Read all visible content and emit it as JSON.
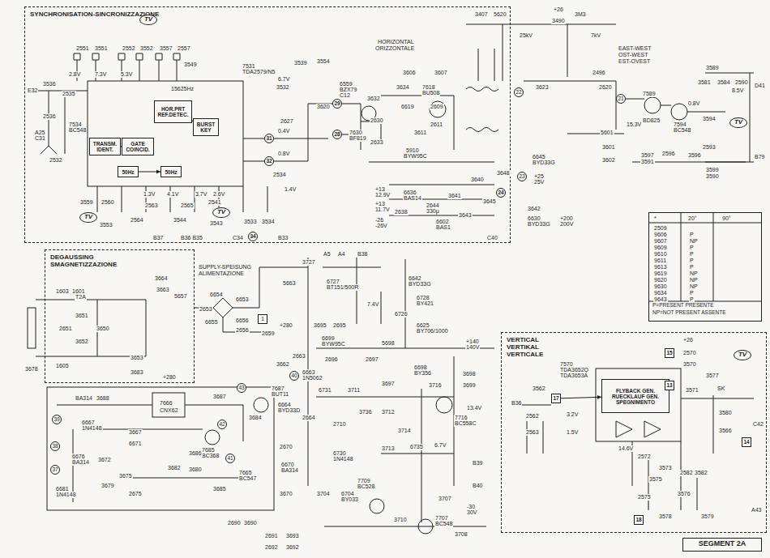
{
  "diagram": {
    "nodes": [
      {
        "text": [
          "SYNCHRONISATION-SINCRONIZZAZIONE"
        ]
      },
      {
        "text": [
          "TRANSM. IDENT."
        ],
        "in": 0
      },
      {
        "text": [
          "GATE COINCID."
        ],
        "in": 0
      },
      {
        "text": [
          "HOR.PRT REF.DETEC."
        ],
        "in": 0
      },
      {
        "text": [
          "BURST KEY"
        ],
        "in": 0
      },
      {
        "text": [
          "50Hz"
        ],
        "in": 0
      },
      {
        "text": [
          "50Hz"
        ],
        "in": 0
      },
      {
        "text": [
          "TV"
        ],
        "in": 0
      },
      {
        "text": [
          "TV"
        ],
        "in": 0
      },
      {
        "text": [
          "TV"
        ],
        "in": 0
      },
      {
        "text": [
          "31"
        ],
        "in": 0
      },
      {
        "text": [
          "32"
        ],
        "in": 0
      },
      {
        "text": [
          "34"
        ],
        "in": 0
      },
      {
        "text": [
          "29"
        ],
        "in": 0
      },
      {
        "text": [
          "28"
        ],
        "in": 0
      },
      {
        "text": [
          "24"
        ],
        "in": 0
      },
      {
        "text": [
          "22"
        ]
      },
      {
        "text": [
          "21"
        ]
      },
      {
        "text": [
          "23"
        ]
      },
      {
        "text": [
          "TV"
        ]
      },
      {
        "text": [
          "P=PRESENT PRESENTE",
          "NP=NOT PRESENT ASSENTE"
        ]
      },
      {
        "text": [
          "DEGAUSSING SMAGNETIZZAZIONE"
        ]
      },
      {
        "text": [
          "1"
        ]
      },
      {
        "text": [
          "43"
        ]
      },
      {
        "text": [
          "42"
        ]
      },
      {
        "text": [
          "41"
        ]
      },
      {
        "text": [
          "40"
        ]
      },
      {
        "text": [
          "39"
        ]
      },
      {
        "text": [
          "38"
        ]
      },
      {
        "text": [
          "37"
        ]
      },
      {
        "text": [
          "VERTICAL VERTIKAL VERTICALE"
        ]
      },
      {
        "text": [
          "FLYBACK GEN. RUECKLAUF GEN. SPEGNIMENTO"
        ],
        "in": 30
      },
      {
        "text": [
          "17"
        ],
        "in": 30
      },
      {
        "text": [
          "13"
        ],
        "in": 30
      },
      {
        "text": [
          "15"
        ],
        "in": 30
      },
      {
        "text": [
          "14"
        ],
        "in": 30
      },
      {
        "text": [
          "18"
        ],
        "in": 30
      },
      {
        "text": [
          "TV"
        ],
        "in": 30
      },
      {
        "text": [
          "SEGMENT 2A"
        ]
      }
    ],
    "edges": [
      {
        "from": 1,
        "to": 2,
        "arrow": "to"
      },
      {
        "from": 3,
        "to": 4,
        "arrow": "none"
      },
      {
        "from": 5,
        "to": 6,
        "arrow": "to"
      },
      {
        "from": 32,
        "to": 31,
        "arrow": "to"
      }
    ],
    "labels": [
      "E32",
      "3536",
      "2535",
      "2.8V",
      "7.3V",
      "5.3V",
      "2551",
      "3551",
      "2552",
      "3552",
      "3557",
      "2557",
      "3549",
      "15625Hz",
      "7531",
      "TDA2579/N5",
      "6.7V",
      "3532",
      "3539",
      "A25",
      "C31",
      "7534",
      "BC548",
      "2536",
      "2532",
      "0.4V",
      "0.8V",
      "2627",
      "2534",
      "1.4V",
      "2.6V",
      "3.7V",
      "4.1V",
      "1.3V",
      "3559",
      "2560",
      "2563",
      "2565",
      "2541",
      "3553",
      "2564",
      "3544",
      "3543",
      "3533",
      "3534",
      "B37",
      "B36 B35",
      "C34",
      "B33",
      "HORIZONTAL",
      "ORIZZONTALE",
      "3554",
      "6559",
      "BZX79",
      "C12",
      "3620",
      "7630",
      "BF819",
      "3632",
      "2630",
      "2633",
      "3634",
      "7618",
      "BU508",
      "3606",
      "3607",
      "6619",
      "2609",
      "2611",
      "3611",
      "5910",
      "BYW95C",
      "+13",
      "12.9V",
      "+13",
      "11.7V",
      "-26",
      "-26V",
      "6636",
      "BAS14",
      "2638",
      "2644",
      "330µ",
      "3641",
      "6602",
      "BAS1",
      "3643",
      "3640",
      "3645",
      "C40",
      "3407",
      "5620",
      "+26",
      "3490",
      "3M3",
      "25kV",
      "7kV",
      "2496",
      "2620",
      "3623",
      "5601",
      "3601",
      "3602",
      "6645",
      "BYD33G",
      "3648",
      "+25",
      "25V",
      "3642",
      "6630",
      "BYD33G",
      "+200",
      "200V",
      "EAST-WEST",
      "OST-WEST",
      "EST-OVEST",
      "3589",
      "3581",
      "3584",
      "2590",
      "8.5V",
      "D41",
      "7589",
      "BD825",
      "15.3V",
      "7594",
      "BC548",
      "0.8V",
      "3594",
      "2596",
      "3597",
      "3591",
      "3596",
      "2593",
      "3599",
      "3590",
      "B79",
      "*",
      "20°",
      "90°",
      "2509",
      "9606",
      "P",
      "9607",
      "NP",
      "9609",
      "P",
      "9610",
      "P",
      "9611",
      "P",
      "9613",
      "P",
      "9619",
      "NP",
      "9620",
      "NP",
      "9630",
      "NP",
      "9634",
      "P",
      "9643",
      "P",
      "3664",
      "3663",
      "5657",
      "1603",
      "1601",
      "T2A",
      "3651",
      "2651",
      "3650",
      "3652",
      "1605",
      "3653",
      "3683",
      "+280",
      "3678",
      "SUPPLY-SPEISUNG",
      "ALIMENTAZIONE",
      "6654",
      "6653",
      "2653",
      "6655",
      "6656",
      "2656",
      "2659",
      "+280",
      "5663",
      "3727",
      "A5",
      "A4",
      "B38",
      "6727",
      "BT151/500R",
      "7.4V",
      "6642",
      "BYD33G",
      "6728",
      "BY421",
      "6726",
      "6625",
      "BY706/1000",
      "3695",
      "2695",
      "6699",
      "BYW95C",
      "2696",
      "2697",
      "5698",
      "+140",
      "140V",
      "6698",
      "BY356",
      "3698",
      "3697",
      "3699",
      "6731",
      "3711",
      "3716",
      "7716",
      "BC558C",
      "13.4V",
      "6.7V",
      "6735",
      "3712",
      "3736",
      "2710",
      "3714",
      "3713",
      "6730",
      "1N4148",
      "3704",
      "6704",
      "BY033",
      "7709",
      "BC528",
      "3710",
      "7707",
      "BC548",
      "3707",
      "3708",
      "-30",
      "30V",
      "B40",
      "B39",
      "2690",
      "3690",
      "2691",
      "3693",
      "2692",
      "3692",
      "6667",
      "1N4148",
      "3688",
      "BA314",
      "7666",
      "CNX62",
      "3687",
      "7687",
      "BUT11",
      "3684",
      "7685",
      "BC368",
      "7665",
      "BC547",
      "3672",
      "3675",
      "3679",
      "3667",
      "6671",
      "3682",
      "3686",
      "3680",
      "6676",
      "BA314",
      "6681",
      "1N4148",
      "2675",
      "3685",
      "6664",
      "BYD33D",
      "6663",
      "1N5062",
      "3662",
      "2663",
      "2664",
      "6670",
      "BA314",
      "2670",
      "3670",
      "7570",
      "TDA3652Q",
      "TDA3653A",
      "+26",
      "2570",
      "3570",
      "3562",
      "B36",
      "2562",
      "2563",
      "3.2V",
      "1.5V",
      "14.6V",
      "3577",
      "3571",
      "SK",
      "3580",
      "3566",
      "C42",
      "2572",
      "3573",
      "3575",
      "2582",
      "3582",
      "2575",
      "3576",
      "3578",
      "3579",
      "A43"
    ]
  }
}
